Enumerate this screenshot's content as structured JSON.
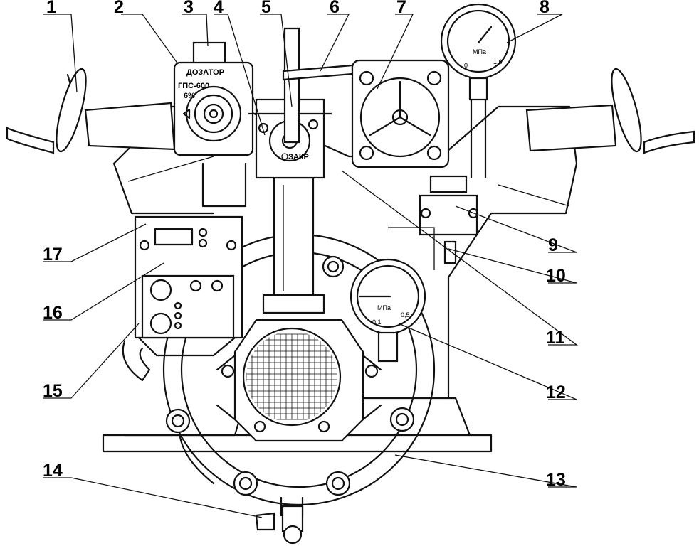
{
  "callouts": [
    "1",
    "2",
    "3",
    "4",
    "5",
    "6",
    "7",
    "8",
    "9",
    "10",
    "11",
    "12",
    "13",
    "14",
    "15",
    "16",
    "17"
  ],
  "doser": {
    "title": "ДОЗАТОР",
    "model": "ГПС-600",
    "percent": "6%"
  },
  "valve_label": "ЗАКР",
  "gauge_high": {
    "unit": "МПа",
    "min": "0",
    "max": "1,6"
  },
  "gauge_low": {
    "unit": "МПа",
    "min": "-0,1",
    "max": "0,5"
  }
}
